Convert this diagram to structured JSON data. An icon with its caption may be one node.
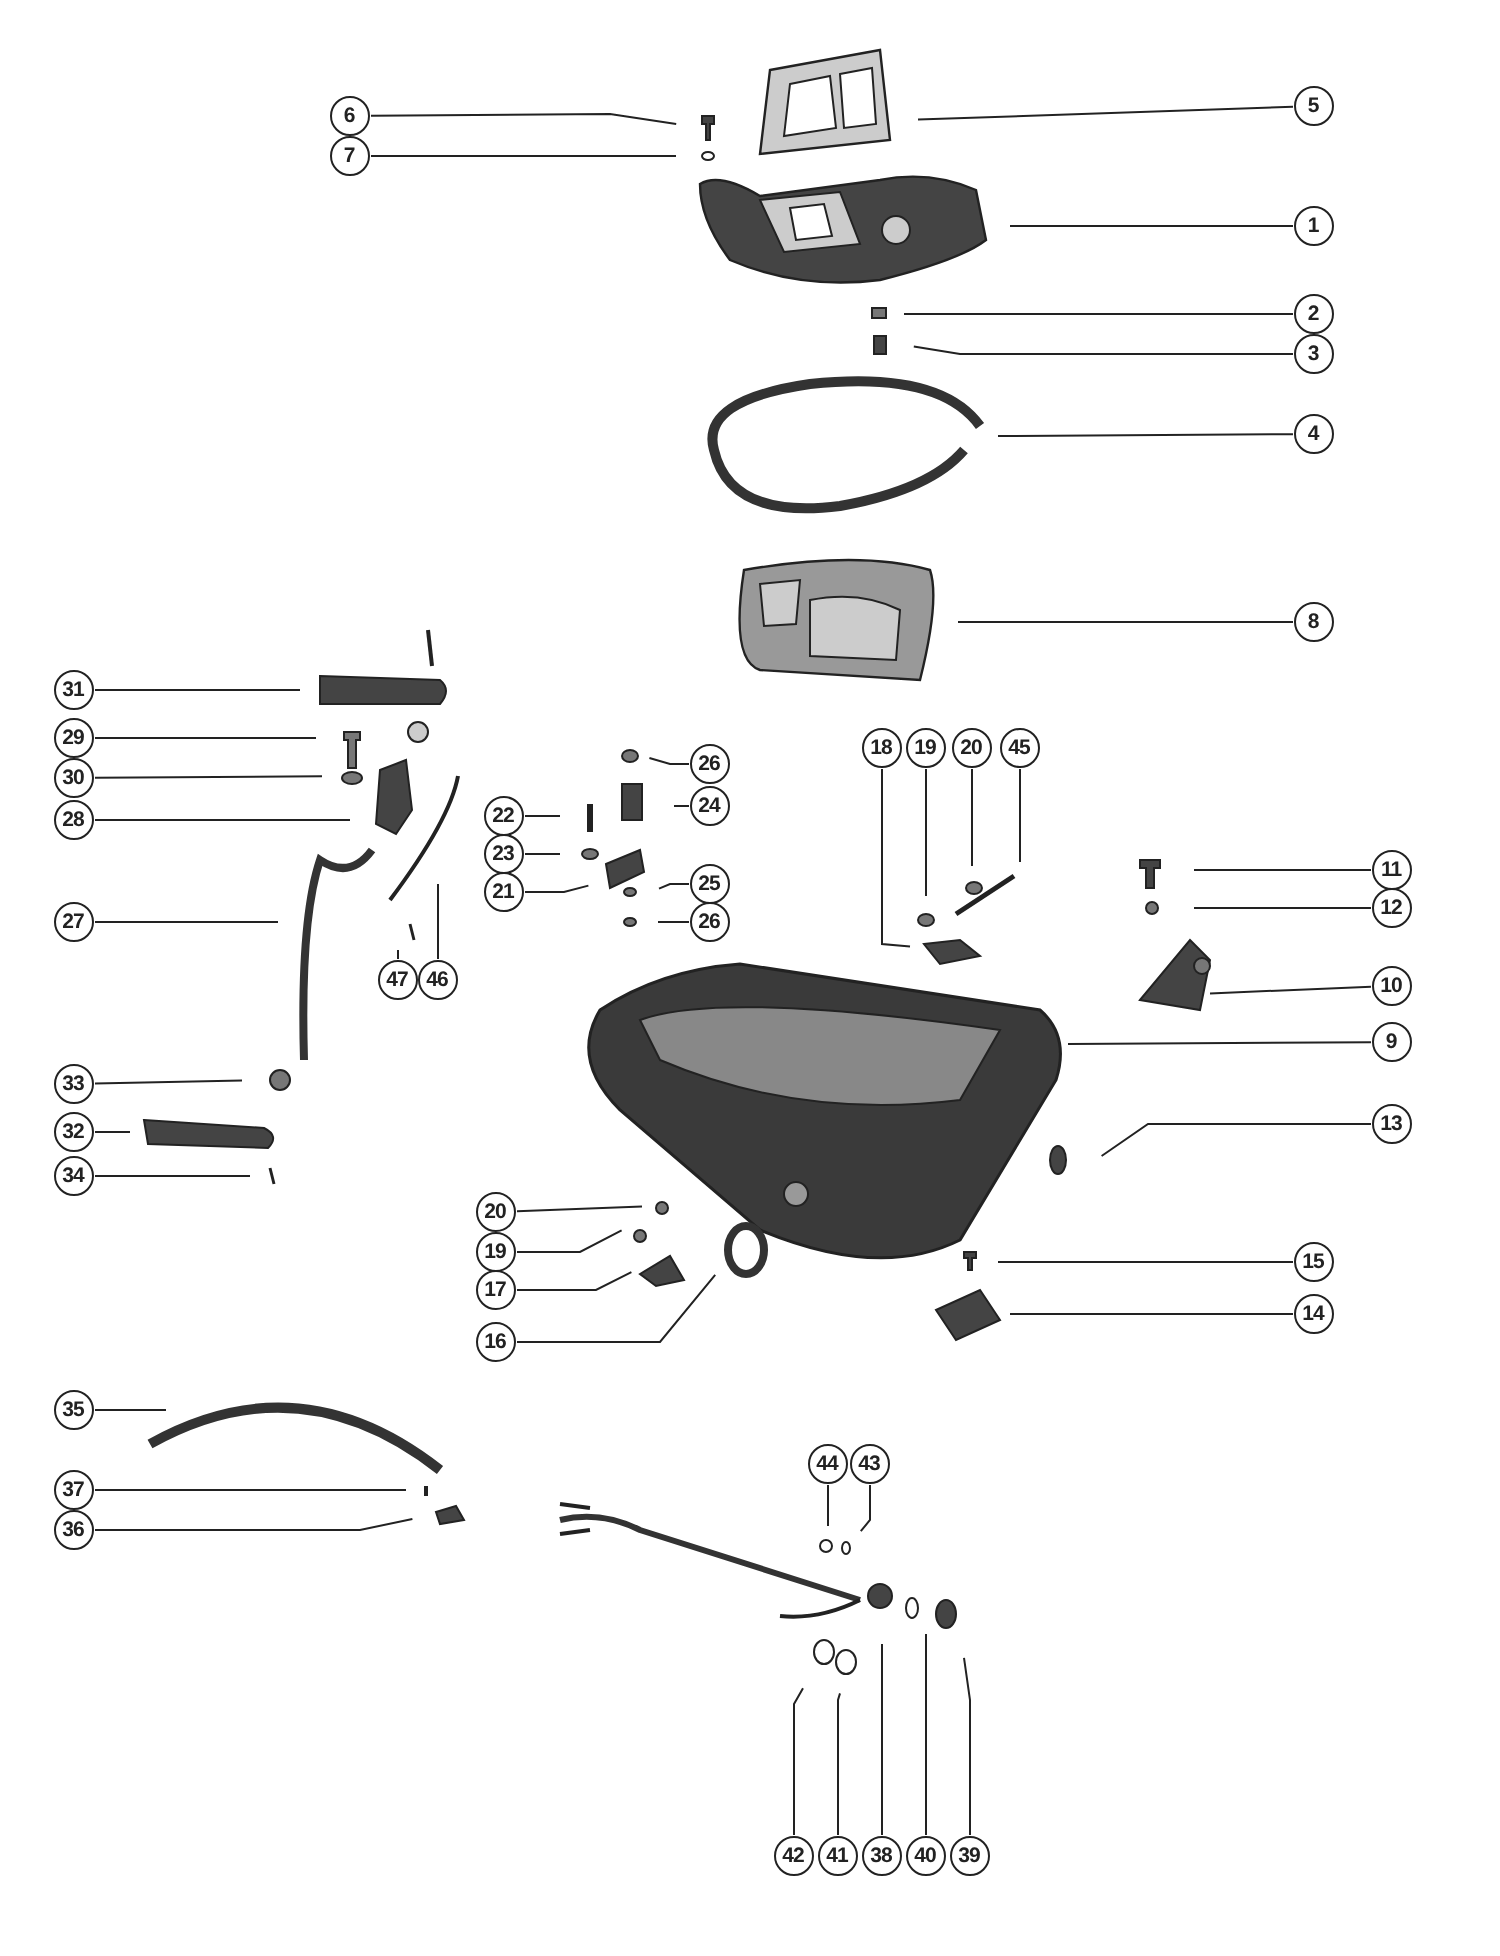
{
  "diagram": {
    "nodes": [
      {
        "text": [
          "5"
        ]
      },
      {
        "text": [
          "6"
        ]
      },
      {
        "text": [
          "7"
        ]
      },
      {
        "text": [
          "1"
        ]
      },
      {
        "text": [
          "2"
        ]
      },
      {
        "text": [
          "3"
        ]
      },
      {
        "text": [
          "4"
        ]
      },
      {
        "text": [
          "8"
        ]
      },
      {
        "text": [
          "31"
        ]
      },
      {
        "text": [
          "29"
        ]
      },
      {
        "text": [
          "18"
        ]
      },
      {
        "text": [
          "19"
        ]
      },
      {
        "text": [
          "20"
        ]
      },
      {
        "text": [
          "45"
        ]
      },
      {
        "text": [
          "26"
        ]
      },
      {
        "text": [
          "30"
        ]
      },
      {
        "text": [
          "24"
        ]
      },
      {
        "text": [
          "22"
        ]
      },
      {
        "text": [
          "28"
        ]
      },
      {
        "text": [
          "23"
        ]
      },
      {
        "text": [
          "11"
        ]
      },
      {
        "text": [
          "25"
        ]
      },
      {
        "text": [
          "21"
        ]
      },
      {
        "text": [
          "12"
        ]
      },
      {
        "text": [
          "27"
        ]
      },
      {
        "text": [
          "26"
        ]
      },
      {
        "text": [
          "47"
        ]
      },
      {
        "text": [
          "46"
        ]
      },
      {
        "text": [
          "10"
        ]
      },
      {
        "text": [
          "9"
        ]
      },
      {
        "text": [
          "33"
        ]
      },
      {
        "text": [
          "13"
        ]
      },
      {
        "text": [
          "32"
        ]
      },
      {
        "text": [
          "34"
        ]
      },
      {
        "text": [
          "20"
        ]
      },
      {
        "text": [
          "19"
        ]
      },
      {
        "text": [
          "17"
        ]
      },
      {
        "text": [
          "15"
        ]
      },
      {
        "text": [
          "16"
        ]
      },
      {
        "text": [
          "14"
        ]
      },
      {
        "text": [
          "35"
        ]
      },
      {
        "text": [
          "44"
        ]
      },
      {
        "text": [
          "43"
        ]
      },
      {
        "text": [
          "37"
        ]
      },
      {
        "text": [
          "36"
        ]
      },
      {
        "text": [
          "42"
        ]
      },
      {
        "text": [
          "41"
        ]
      },
      {
        "text": [
          "38"
        ]
      },
      {
        "text": [
          "40"
        ]
      },
      {
        "text": [
          "39"
        ]
      }
    ],
    "edges": [
      {
        "from": 0,
        "to": null,
        "arrow": "none"
      },
      {
        "from": 1,
        "to": null,
        "arrow": "none"
      },
      {
        "from": 2,
        "to": null,
        "arrow": "none"
      },
      {
        "from": 3,
        "to": null,
        "arrow": "none"
      },
      {
        "from": 4,
        "to": null,
        "arrow": "none"
      },
      {
        "from": 5,
        "to": null,
        "arrow": "none"
      },
      {
        "from": 6,
        "to": null,
        "arrow": "none"
      },
      {
        "from": 7,
        "to": null,
        "arrow": "none"
      },
      {
        "from": 8,
        "to": null,
        "arrow": "none"
      },
      {
        "from": 9,
        "to": null,
        "arrow": "none"
      },
      {
        "from": 10,
        "to": null,
        "arrow": "none"
      },
      {
        "from": 11,
        "to": null,
        "arrow": "none"
      },
      {
        "from": 12,
        "to": null,
        "arrow": "none"
      },
      {
        "from": 13,
        "to": null,
        "arrow": "none"
      },
      {
        "from": 14,
        "to": null,
        "arrow": "none"
      },
      {
        "from": 15,
        "to": null,
        "arrow": "none"
      },
      {
        "from": 16,
        "to": null,
        "arrow": "none"
      },
      {
        "from": 17,
        "to": null,
        "arrow": "none"
      },
      {
        "from": 18,
        "to": null,
        "arrow": "none"
      },
      {
        "from": 19,
        "to": null,
        "arrow": "none"
      },
      {
        "from": 20,
        "to": null,
        "arrow": "none"
      },
      {
        "from": 21,
        "to": null,
        "arrow": "none"
      },
      {
        "from": 22,
        "to": null,
        "arrow": "none"
      },
      {
        "from": 23,
        "to": null,
        "arrow": "none"
      },
      {
        "from": 24,
        "to": null,
        "arrow": "none"
      },
      {
        "from": 25,
        "to": null,
        "arrow": "none"
      },
      {
        "from": 26,
        "to": null,
        "arrow": "none"
      },
      {
        "from": 27,
        "to": null,
        "arrow": "none"
      },
      {
        "from": 28,
        "to": null,
        "arrow": "none"
      },
      {
        "from": 29,
        "to": null,
        "arrow": "none"
      },
      {
        "from": 30,
        "to": null,
        "arrow": "none"
      },
      {
        "from": 31,
        "to": null,
        "arrow": "none"
      },
      {
        "from": 32,
        "to": null,
        "arrow": "none"
      },
      {
        "from": 33,
        "to": null,
        "arrow": "none"
      },
      {
        "from": 34,
        "to": null,
        "arrow": "none"
      },
      {
        "from": 35,
        "to": null,
        "arrow": "none"
      },
      {
        "from": 36,
        "to": null,
        "arrow": "none"
      },
      {
        "from": 37,
        "to": null,
        "arrow": "none"
      },
      {
        "from": 38,
        "to": null,
        "arrow": "none"
      },
      {
        "from": 39,
        "to": null,
        "arrow": "none"
      },
      {
        "from": 40,
        "to": null,
        "arrow": "none"
      },
      {
        "from": 41,
        "to": null,
        "arrow": "none"
      },
      {
        "from": 42,
        "to": null,
        "arrow": "none"
      },
      {
        "from": 43,
        "to": null,
        "arrow": "none"
      },
      {
        "from": 44,
        "to": null,
        "arrow": "none"
      },
      {
        "from": 45,
        "to": null,
        "arrow": "none"
      },
      {
        "from": 46,
        "to": null,
        "arrow": "none"
      },
      {
        "from": 47,
        "to": null,
        "arrow": "none"
      },
      {
        "from": 48,
        "to": null,
        "arrow": "none"
      },
      {
        "from": 49,
        "to": null,
        "arrow": "none"
      }
    ]
  }
}
